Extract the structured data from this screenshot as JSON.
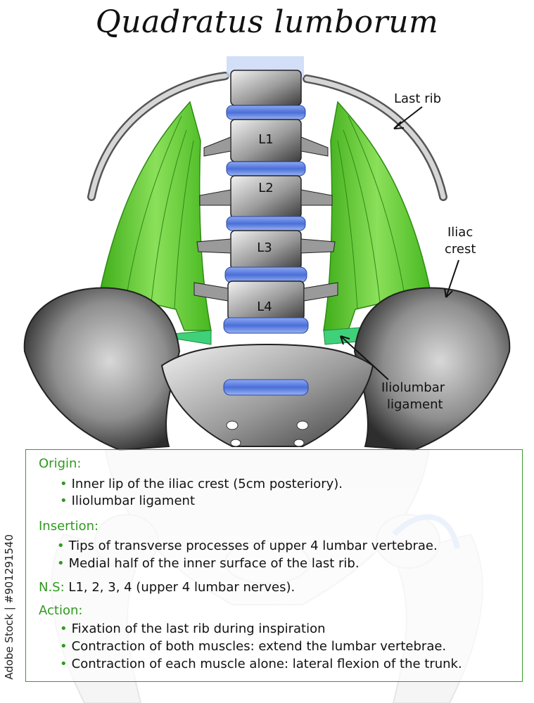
{
  "title": "Quadratus lumborum",
  "labels": {
    "last_rib": "Last rib",
    "iliac_crest_1": "Iliac",
    "iliac_crest_2": "crest",
    "iliolumbar_1": "Iliolumbar",
    "iliolumbar_2": "ligament",
    "vertebrae": [
      "L1",
      "L2",
      "L3",
      "L4"
    ]
  },
  "origin": {
    "heading": "Origin:",
    "items": [
      "Inner lip of the iliac crest (5cm posteriory).",
      "Iliolumbar ligament"
    ]
  },
  "insertion": {
    "heading": "Insertion:",
    "items": [
      "Tips of transverse processes of upper 4 lumbar vertebrae.",
      "Medial half of the inner surface of the last rib."
    ]
  },
  "ns": {
    "key": "N.S:",
    "value": "L1, 2, 3, 4 (upper 4 lumbar nerves)."
  },
  "action": {
    "heading": "Action:",
    "items": [
      "Fixation of the last rib during inspiration",
      "Contraction of both muscles: extend the lumbar vertebrae.",
      "Contraction of each muscle alone: lateral flexion of the trunk."
    ]
  },
  "watermark": "Adobe Stock | #901291540",
  "colors": {
    "muscle": "#5fcf2f",
    "disc": "#5b7ee0",
    "bone": "#8a8a8a",
    "heading": "#2f9a1f",
    "border": "#3a9a2a"
  }
}
